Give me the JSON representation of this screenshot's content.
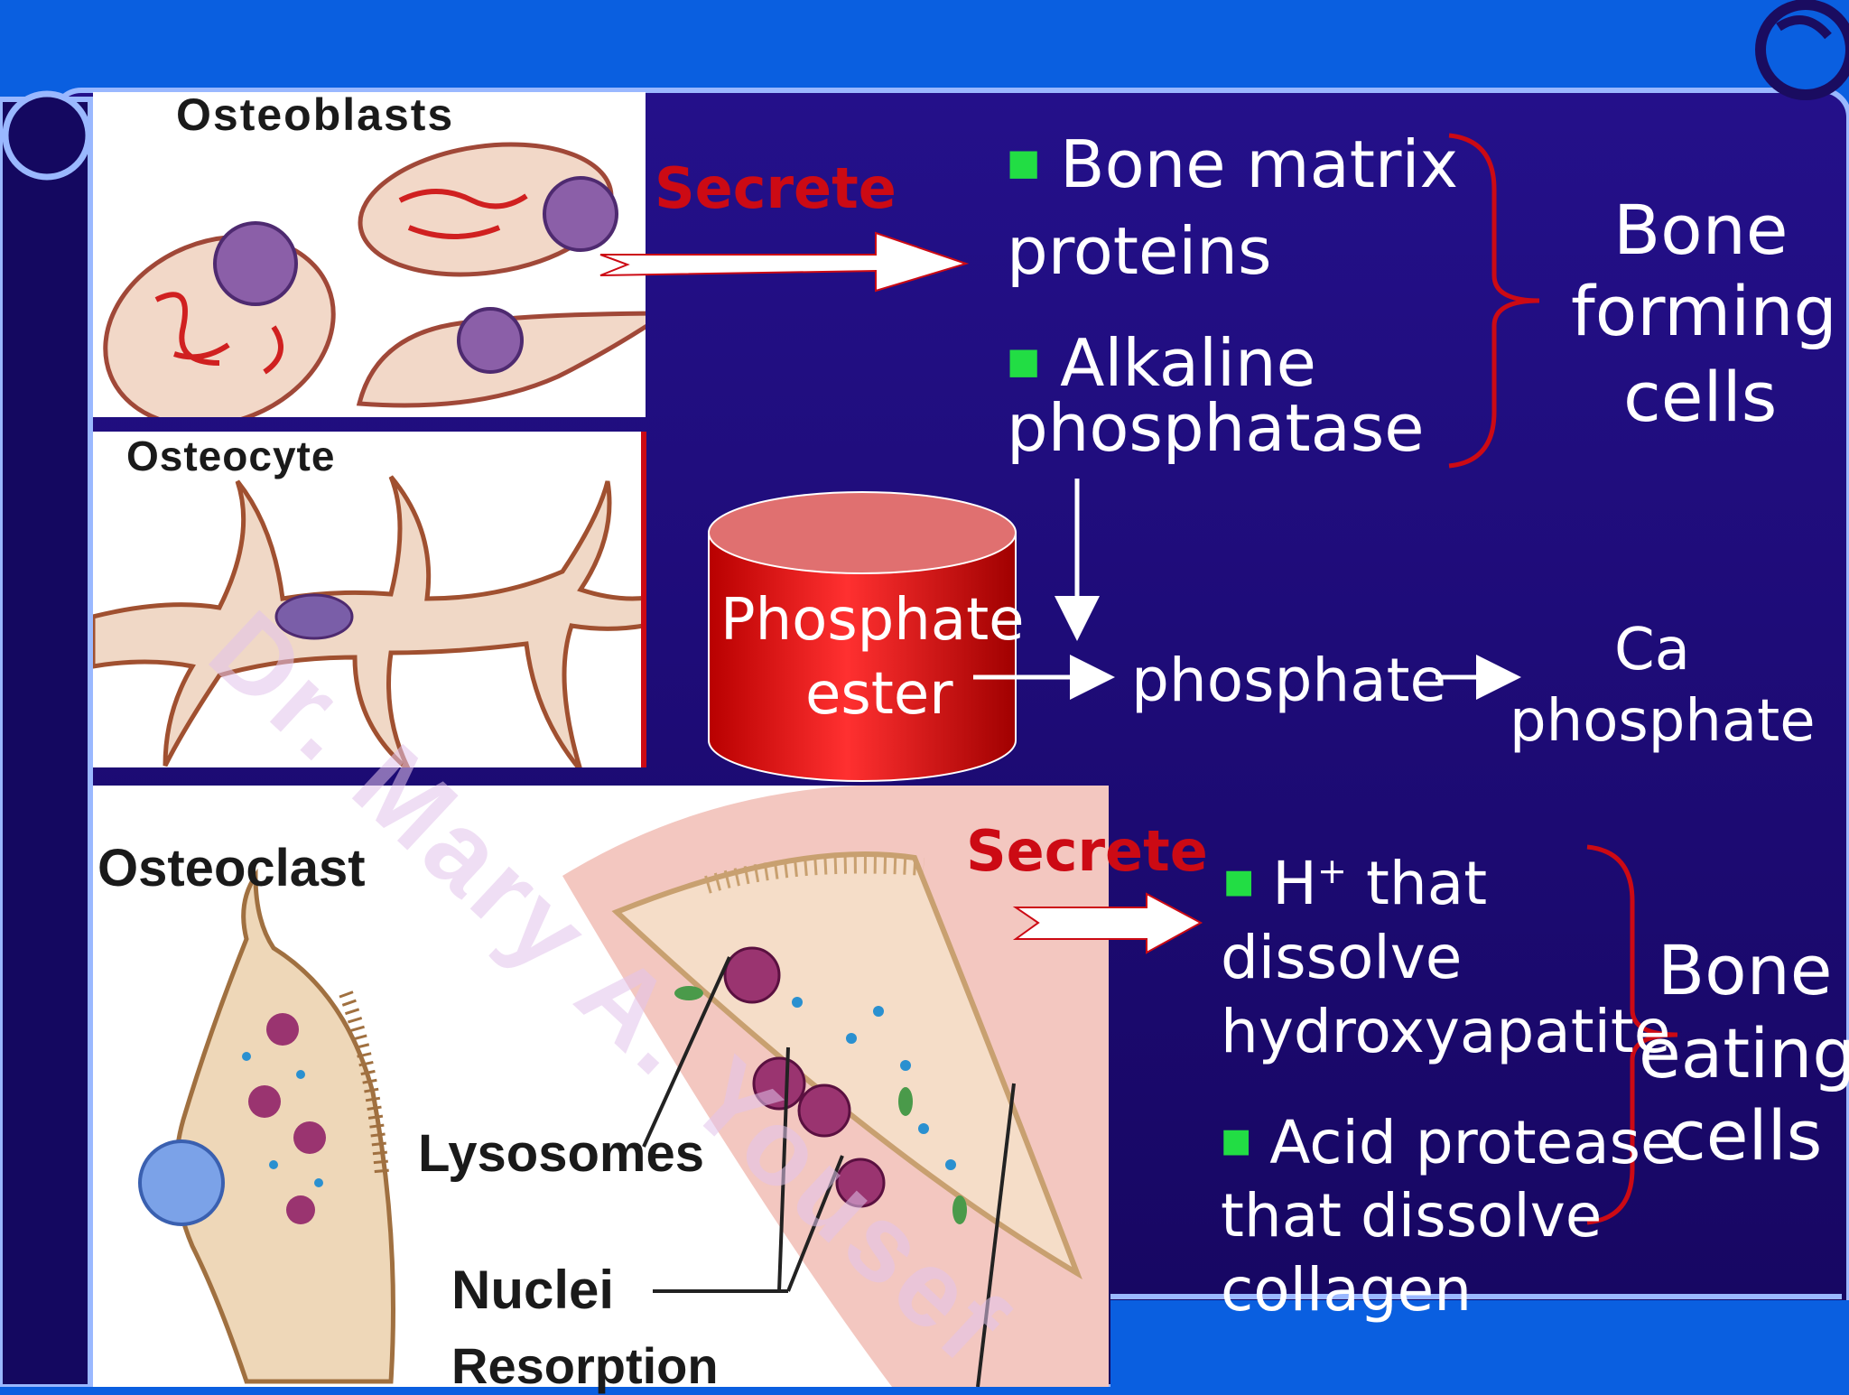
{
  "osteoblast": {
    "label": "Osteoblasts",
    "verb": "Secrete",
    "products": [
      "Bone matrix",
      "proteins",
      "Alkaline",
      "phosphatase"
    ],
    "group_label": [
      "Bone",
      "forming",
      "cells"
    ]
  },
  "osteocyte": {
    "label": "Osteocyte"
  },
  "reaction": {
    "substrate": [
      "Phosphate",
      "ester"
    ],
    "intermediate": "phosphate",
    "product": [
      "Ca",
      "phosphate"
    ]
  },
  "osteoclast": {
    "label": "Osteoclast",
    "verb": "Secrete",
    "products": [
      "H",
      "+",
      " that",
      "dissolve",
      "hydroxyapatite",
      "Acid protease",
      "that dissolve",
      "collagen"
    ],
    "group_label": [
      "Bone",
      "eating",
      "cells"
    ],
    "callouts": [
      "Lysosomes",
      "Nuclei",
      "Resorption"
    ]
  },
  "watermark": "Dr. Mary A. Yousef",
  "colors": {
    "background": "#1f0c78",
    "frame": "#0a5fe0",
    "accent_red": "#cc0a14",
    "bullet": "#22dd44"
  }
}
